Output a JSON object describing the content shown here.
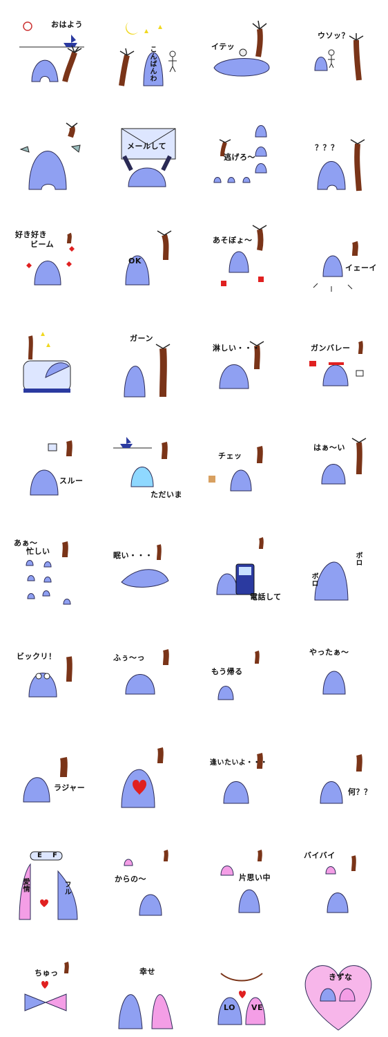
{
  "stickers": [
    {
      "text": "おはよう"
    },
    {
      "text": "こんばんわ"
    },
    {
      "text": "イテッ"
    },
    {
      "text": "ウソッ？"
    },
    {
      "text": ""
    },
    {
      "text": "メールして"
    },
    {
      "text": "逃げろ〜"
    },
    {
      "text": "？？？"
    },
    {
      "text": "好き好き",
      "text2": "ビーム"
    },
    {
      "text": "OK"
    },
    {
      "text": "あそぼょ〜"
    },
    {
      "text": "イェーイ"
    },
    {
      "text": ""
    },
    {
      "text": "ガーン"
    },
    {
      "text": "淋しい・・・"
    },
    {
      "text": "ガンバレー"
    },
    {
      "text": "スルー"
    },
    {
      "text": "ただいま"
    },
    {
      "text": "チェッ"
    },
    {
      "text": "はぁ〜い"
    },
    {
      "text": "あぁ〜",
      "text2": "忙しい"
    },
    {
      "text": "眠い・・・"
    },
    {
      "text": "電話して"
    },
    {
      "text": "ボロ",
      "text2": "ボロ"
    },
    {
      "text": "ビックリ！"
    },
    {
      "text": "ふぅ〜っ"
    },
    {
      "text": "もう帰る"
    },
    {
      "text": "やったぁ〜"
    },
    {
      "text": "ラジャー"
    },
    {
      "text": ""
    },
    {
      "text": "逢いたいよ・・・"
    },
    {
      "text": "何？？"
    },
    {
      "text": "E",
      "text2": "F",
      "text3": "愛情",
      "text4": "フル"
    },
    {
      "text": "からの〜"
    },
    {
      "text": "片思い中"
    },
    {
      "text": "バイバイ"
    },
    {
      "text": "ちゅっ"
    },
    {
      "text": "幸せ"
    },
    {
      "text": "LO",
      "text2": "VE"
    },
    {
      "text": "きずな"
    }
  ],
  "colors": {
    "blob": "#8fa0f2",
    "blob_outline": "#2a2a55",
    "palm": "#7a3418",
    "pink": "#f49ee6",
    "heart": "#e02020",
    "bg": "#ffffff"
  }
}
